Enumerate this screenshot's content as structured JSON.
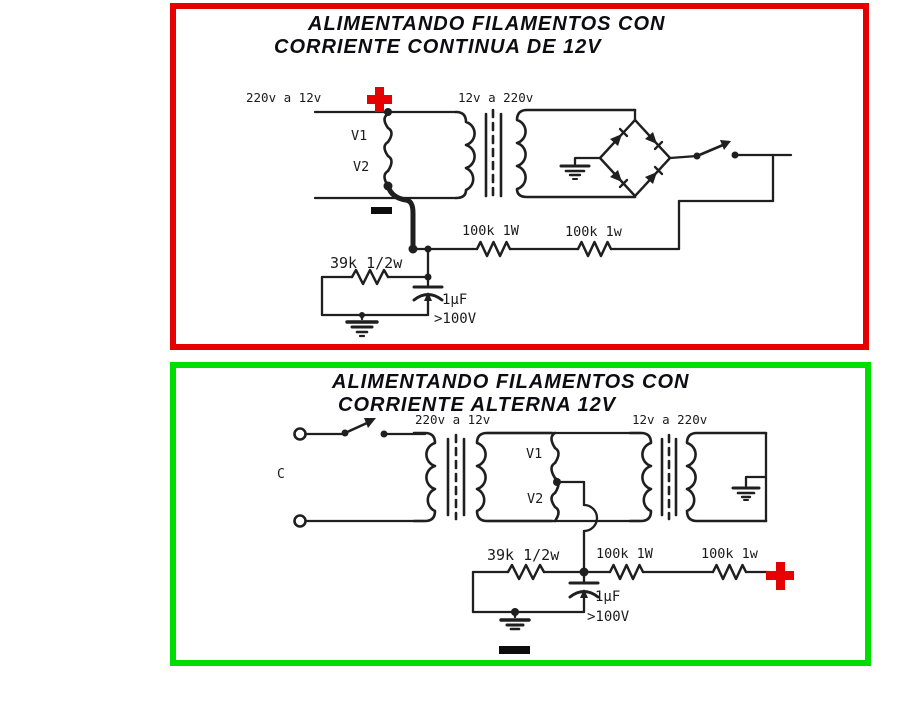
{
  "colors": {
    "wire": "#1f1f1f",
    "positive": "#e60000",
    "negative": "#0d0d0d",
    "dc_border": "#e60000",
    "ac_border": "#00dd00"
  },
  "panel_dc": {
    "title_line1": "ALIMENTANDO FILAMENTOS CON",
    "title_line2": "CORRIENTE CONTINUA DE 12V",
    "labels": {
      "input_transformer": "220v a 12v",
      "output_transformer": "12v a 220v",
      "valve1": "V1",
      "valve2": "V2",
      "resistor1": "100k 1W",
      "resistor2": "100k 1w",
      "resistor3": "39k 1/2w",
      "capacitor_value": "1µF",
      "capacitor_rating": ">100V"
    }
  },
  "panel_ac": {
    "title_line1": "ALIMENTANDO FILAMENTOS CON",
    "title_line2": "CORRIENTE ALTERNA 12V",
    "labels": {
      "input": "C",
      "input_transformer": "220v a 12v",
      "output_transformer": "12v a 220v",
      "valve1": "V1",
      "valve2": "V2",
      "resistor3": "39k 1/2w",
      "resistor1": "100k 1W",
      "resistor2": "100k 1w",
      "capacitor_value": "1µF",
      "capacitor_rating": ">100V"
    }
  }
}
